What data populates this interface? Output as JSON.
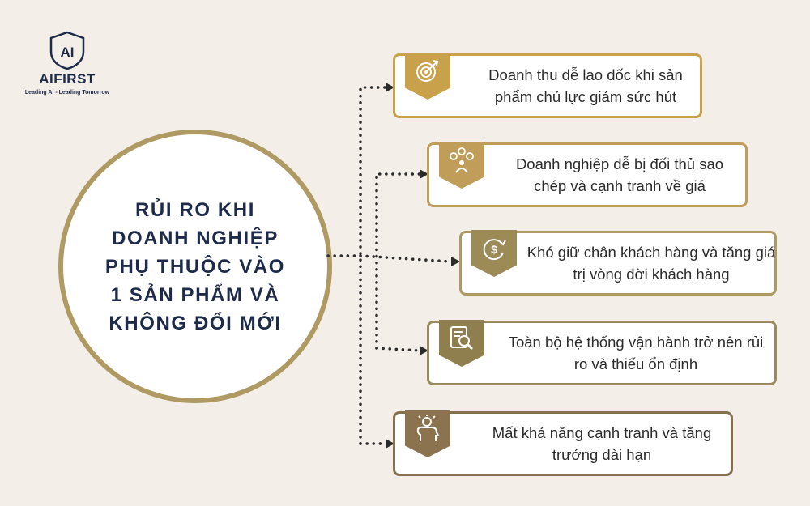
{
  "logo": {
    "monogram": "AI",
    "name": "AIFIRST",
    "tagline": "Leading AI - Leading Tomorrow"
  },
  "center": {
    "title": "RỦI RO KHI\nDOANH NGHIỆP\nPHỤ THUỘC VÀO\n1 SẢN PHẨM VÀ\nKHÔNG ĐỔI MỚI"
  },
  "colors": {
    "background": "#f3efe8",
    "gold": "#b09a63",
    "gold_dark": "#c9a14a",
    "olive": "#8f7e4e",
    "brown": "#8b7350",
    "navy": "#1d2a4a"
  },
  "risks": [
    {
      "text": "Doanh thu dễ lao dốc khi sản phẩm chủ lực giảm sức hút",
      "icon": "target-icon"
    },
    {
      "text": "Doanh nghiệp dễ bị đối thủ sao chép và cạnh tranh về giá",
      "icon": "competition-icon"
    },
    {
      "text": "Khó giữ chân khách hàng và tăng giá trị vòng đời khách hàng",
      "icon": "dollar-cycle-icon"
    },
    {
      "text": "Toàn bộ hệ thống vận hành trở nên rủi ro và thiếu ổn định",
      "icon": "document-search-icon"
    },
    {
      "text": "Mất khả năng cạnh tranh và tăng trưởng dài hạn",
      "icon": "idea-head-icon"
    }
  ]
}
